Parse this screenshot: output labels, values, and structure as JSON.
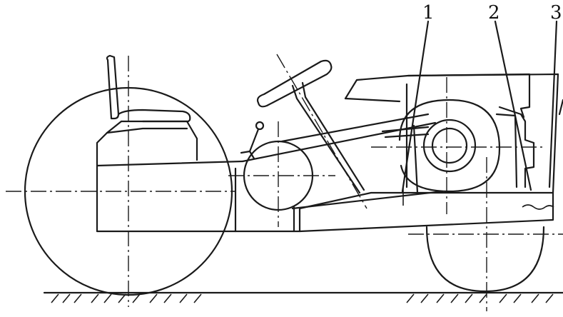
{
  "callouts": [
    {
      "id": "1",
      "label": "1"
    },
    {
      "id": "2",
      "label": "2"
    },
    {
      "id": "3",
      "label": "3"
    }
  ],
  "colors": {
    "ink": "#1a1a1a",
    "background": "#ffffff"
  }
}
